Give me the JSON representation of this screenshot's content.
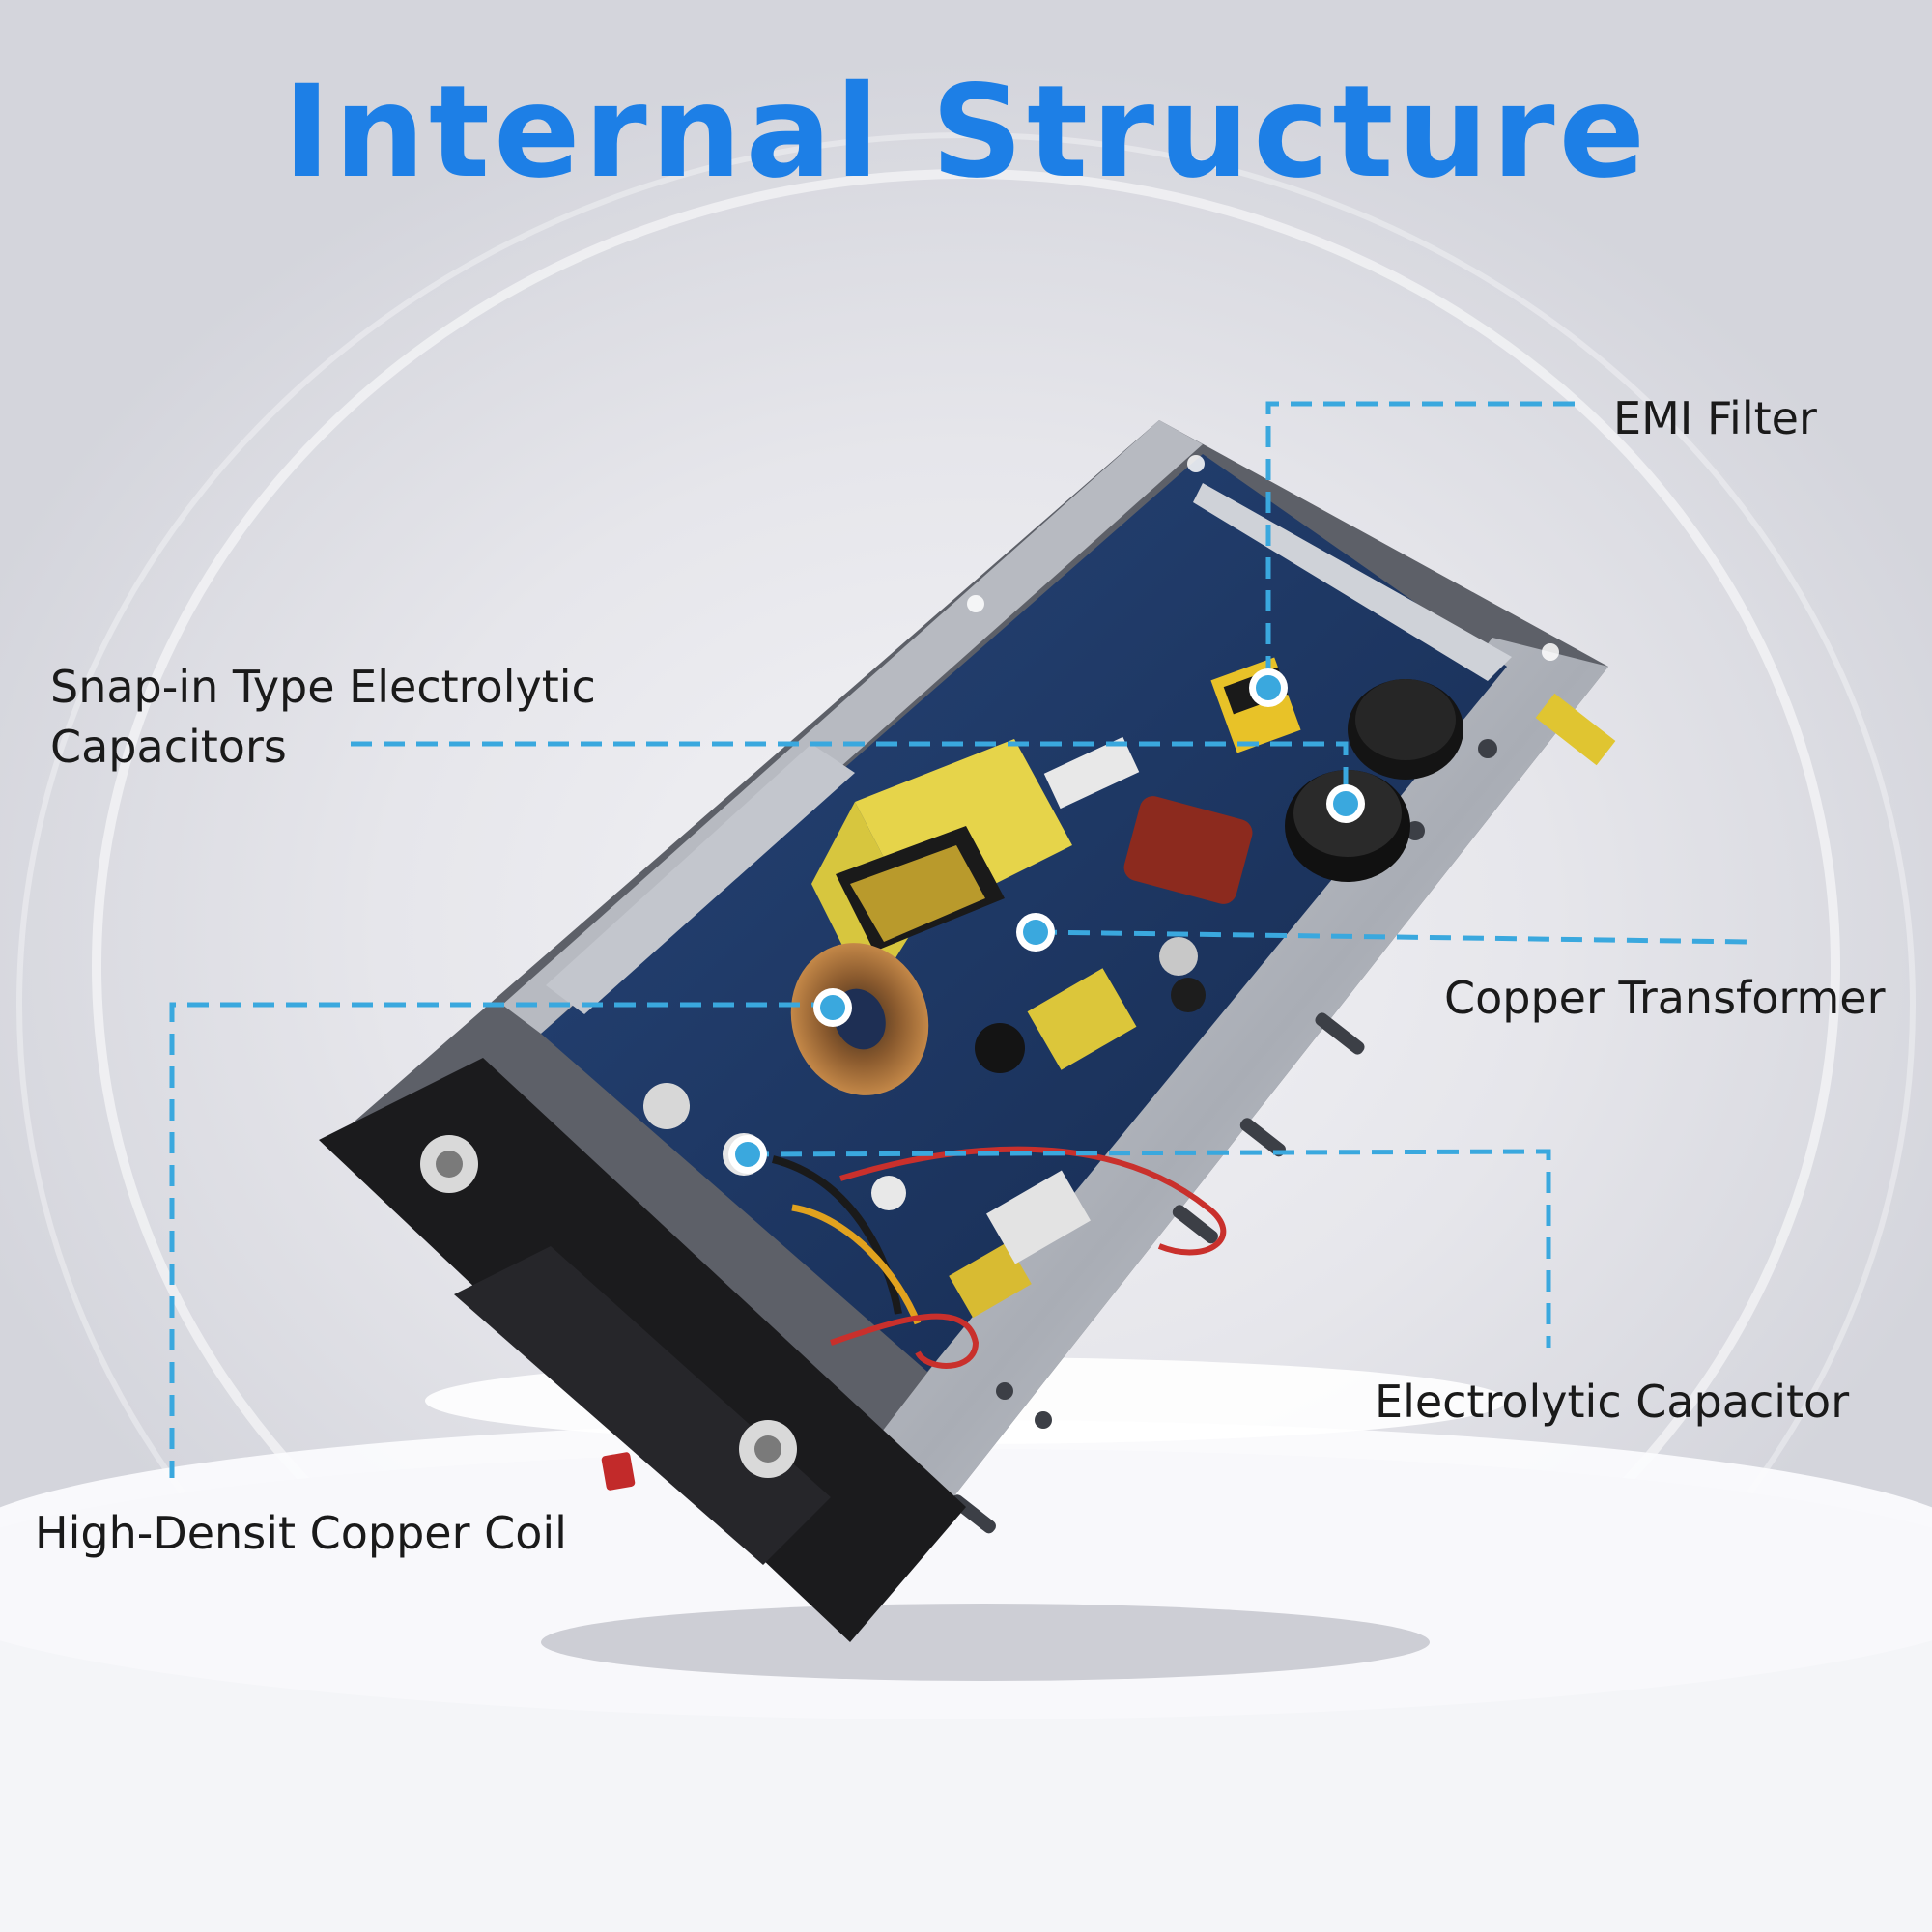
{
  "title": "Internal Structure",
  "labels": {
    "emi_filter": "EMI Filter",
    "snap_in_line1": "Snap-in Type Electrolytic",
    "snap_in_line2": "Capacitors",
    "copper_transformer": "Copper Transformer",
    "electrolytic_capacitor": "Electrolytic Capacitor",
    "copper_coil": "High-Densit Copper Coil"
  },
  "colors": {
    "title": "#1d7fe6",
    "callout": "#3aa8de",
    "board": "#1d3a6b",
    "chassis": "#b9bcc3"
  }
}
